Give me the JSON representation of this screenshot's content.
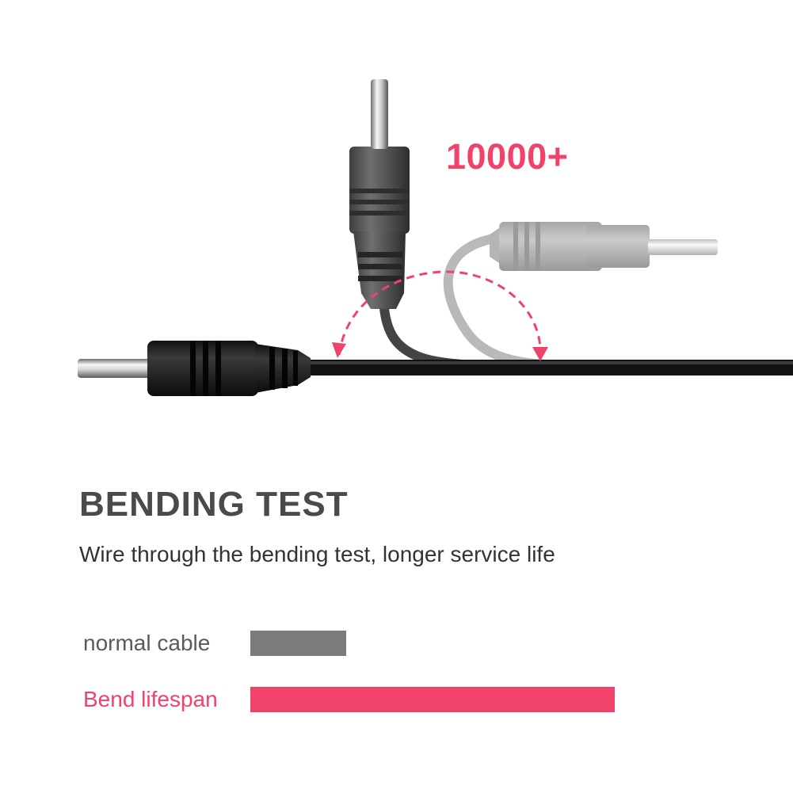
{
  "bend_count": "10000+",
  "heading": "BENDING TEST",
  "subheading": "Wire through the bending test, longer service life",
  "comparison": {
    "normal": {
      "label": "normal cable",
      "relative_length": 0.263,
      "color": "#7b7b7b"
    },
    "bend": {
      "label": "Bend lifespan",
      "relative_length": 1.0,
      "color": "#f0426a"
    }
  },
  "colors": {
    "accent": "#f0426a",
    "gray": "#7b7b7b"
  }
}
